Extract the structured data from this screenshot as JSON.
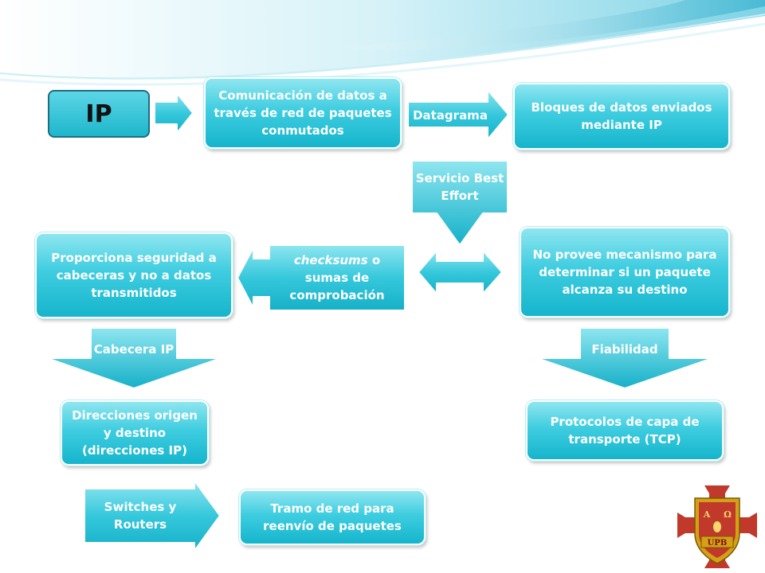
{
  "ip_label": "IP",
  "boxes": {
    "comunicacion": "Comunicación de datos a través de red de paquetes conmutados",
    "bloques": "Bloques de datos enviados mediante IP",
    "no_provee": "No provee mecanismo para determinar si un paquete alcanza su destino",
    "proporciona": "Proporciona seguridad a cabeceras y no a datos transmitidos",
    "checksums_italic": "checksums",
    "checksums_rest": " o sumas de comprobación",
    "direcciones": "Direcciones origen y destino (direcciones IP)",
    "protocolos": "Protocolos de capa de transporte (TCP)",
    "switches": "Switches y Routers",
    "tramo": "Tramo de red para reenvío de paquetes"
  },
  "arrow_labels": {
    "datagrama": "Datagrama",
    "servicio": "Servicio Best Effort",
    "cabecera": "Cabecera IP",
    "fiabilidad": "Fiabilidad"
  },
  "crest": {
    "alpha": "A",
    "omega": "Ω",
    "name": "UPB"
  },
  "colors": {
    "accent": "#2cc3d8",
    "ip_border": "#1e6e7e",
    "crest_red": "#c0392b",
    "crest_gold": "#d4a017"
  }
}
